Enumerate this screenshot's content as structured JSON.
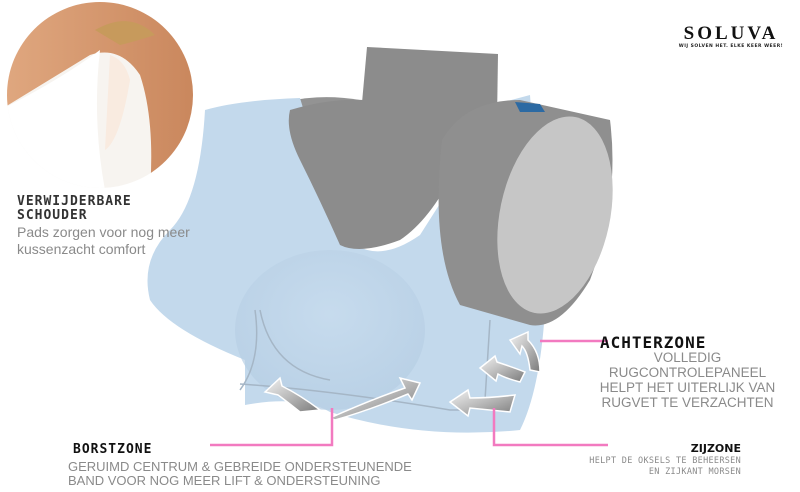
{
  "brand": {
    "name": "SOLUVA",
    "tagline": "WIJ SOLVEN HET. ELKE KEER WEER!"
  },
  "colors": {
    "garment_blue": "#c3d9ec",
    "mannequin_grey": "#8f8f8f",
    "mannequin_light": "#c6c6c6",
    "leader_pink": "#f27ac0",
    "heading_dark": "#222222",
    "text_grey": "#8a8a8a"
  },
  "callouts": {
    "shoulder": {
      "title_line1": "VERWIJDERBARE",
      "title_line2": "SCHOUDER",
      "desc": "Pads zorgen voor nog meer kussenzacht comfort"
    },
    "back": {
      "title": "ACHTERZONE",
      "desc_line1": "VOLLEDIG",
      "desc_line2": "RUGCONTROLEPANEEL",
      "desc_line3": "HELPT HET UITERLIJK VAN",
      "desc_line4": "RUGVET TE VERZACHTEN"
    },
    "side": {
      "title": "ZIJZONE",
      "desc_line1": "HELPT DE OKSELS TE BEHEERSEN",
      "desc_line2": "EN ZIJKANT MORSEN"
    },
    "chest": {
      "title": "BORSTZONE",
      "desc_line1": "GERUIMD CENTRUM & GEBREIDE ONDERSTEUNENDE",
      "desc_line2": "BAND VOOR NOG MEER LIFT & ONDERSTEUNING"
    }
  },
  "images": {
    "inset_photo": "shoulder-closeup-photo",
    "main_illustration": "bra-on-mannequin-illustration"
  }
}
